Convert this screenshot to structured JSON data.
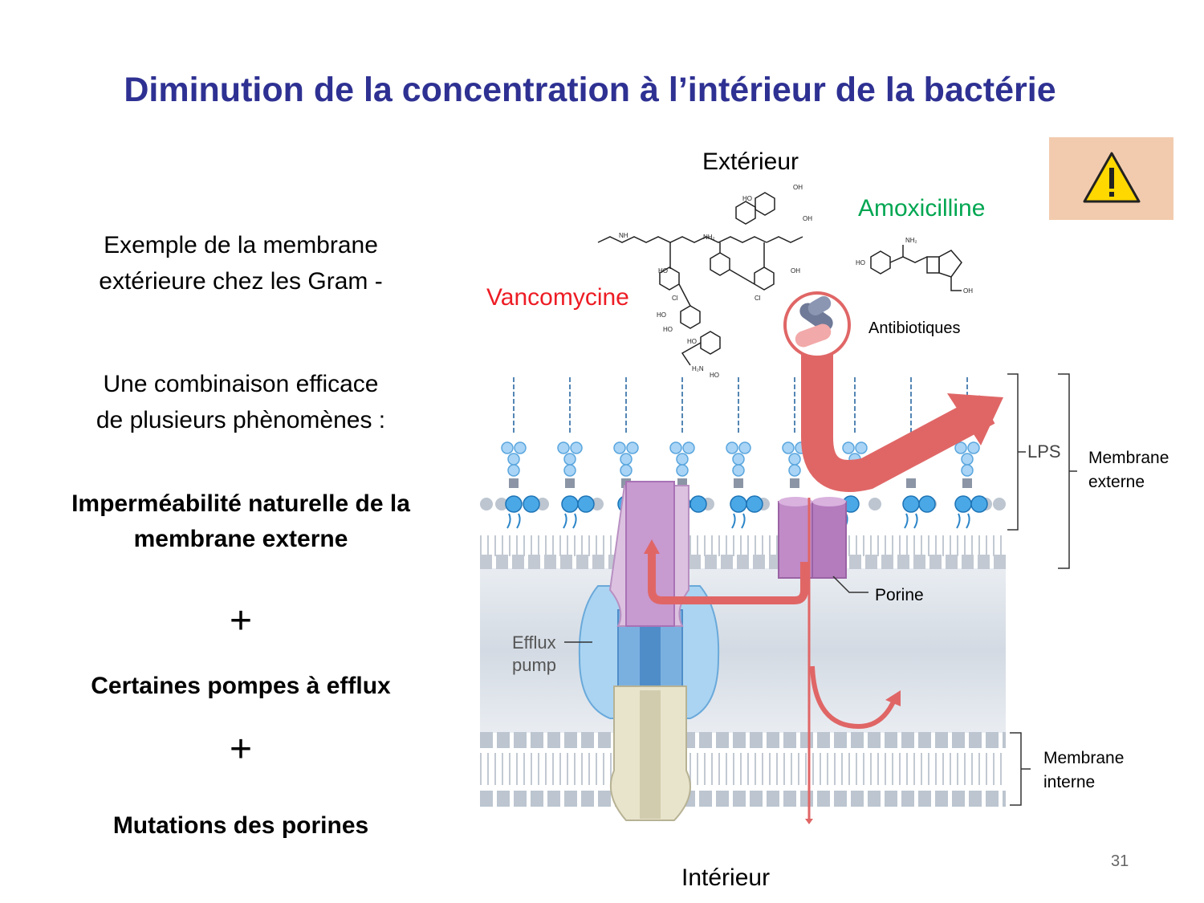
{
  "title": "Diminution de la concentration à l’intérieur de la bactérie",
  "left": {
    "line1": "Exemple de la membrane",
    "line2": "extérieure chez les Gram -",
    "line3": "Une combinaison efficace",
    "line4": "de plusieurs phènomènes :",
    "bold1a": "Imperméabilité naturelle de la",
    "bold1b": "membrane externe",
    "plus1": "+",
    "bold2": "Certaines pompes à efflux",
    "plus2": "+",
    "bold3": "Mutations des porines"
  },
  "diagram": {
    "exterieur": "Extérieur",
    "interieur": "Intérieur",
    "amoxicilline": "Amoxicilline",
    "vancomycine": "Vancomycine",
    "antibiotiques": "Antibiotiques",
    "lps": "LPS",
    "membrane_externe_1": "Membrane",
    "membrane_externe_2": "externe",
    "porine": "Porine",
    "efflux_1": "Efflux",
    "efflux_2": "pump",
    "membrane_interne_1": "Membrane",
    "membrane_interne_2": "interne",
    "chem_ho": "HO",
    "chem_oh": "OH",
    "chem_nh": "NH",
    "chem_nh2": "NH₂",
    "chem_cl": "Cl",
    "chem_h2n": "H₂N"
  },
  "warning_icon": "warning-triangle-icon",
  "page_number": "31",
  "colors": {
    "title": "#2E3192",
    "amoxicilline": "#00A651",
    "vancomycine": "#ED1C24",
    "arrow": "#E06666",
    "warning_bg": "#F2CBAE"
  }
}
